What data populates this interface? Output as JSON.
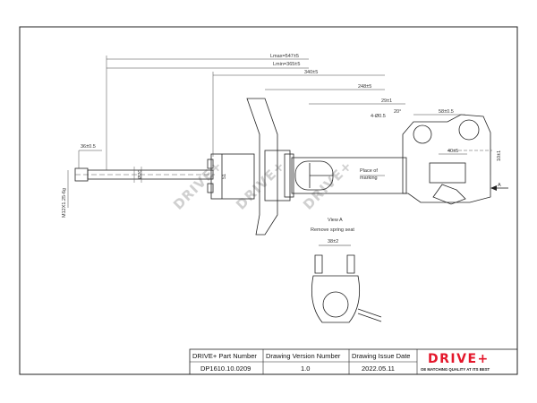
{
  "drawing": {
    "dims": {
      "lmax": "Lmax=547±5",
      "lmin": "Lmin=365±5",
      "d340": "340±5",
      "d248": "248±5",
      "d29": "29±1",
      "d58": "58±0.5",
      "d40": "40±5",
      "d10": "10±1",
      "d36": "36±0.5",
      "d51": "51",
      "d20": "Ø20",
      "d48": "4-Ø0.5",
      "thread": "M12X1.25-6g",
      "angle": "20°"
    },
    "labels": {
      "marking": "Place of marking",
      "view": "View A",
      "remove": "Remove spring seat",
      "a_marker": "A",
      "sub_dim": "38±2"
    },
    "watermark": "DRIVE+"
  },
  "title_block": {
    "headers": [
      "DRIVE+ Part Number",
      "Drawing Version Number",
      "Drawing Issue Date"
    ],
    "values": [
      "DP1610.10.0209",
      "1.0",
      "2022.05.11"
    ],
    "logo": "DRIVE+",
    "tagline": "OE MATCHING QUALITY AT ITS BEST",
    "logo_color": "#e4172b"
  }
}
